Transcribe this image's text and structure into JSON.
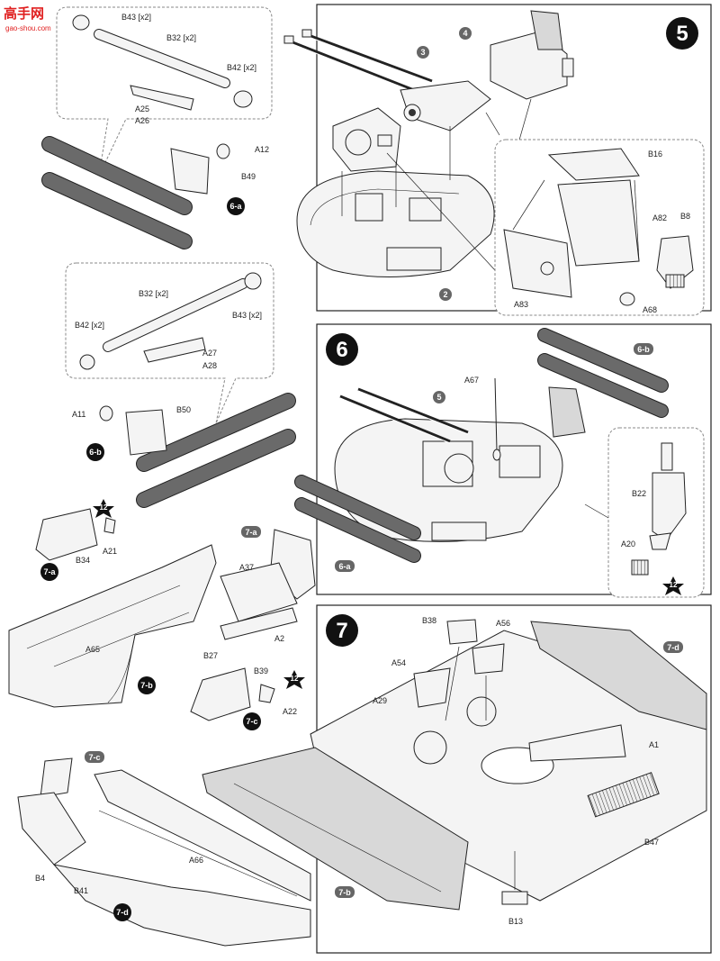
{
  "watermark": {
    "chars": "高手网",
    "url": "gao-shou.com"
  },
  "steps": [
    {
      "id": "step-5",
      "num": "5"
    },
    {
      "id": "step-6",
      "num": "6"
    },
    {
      "id": "step-7",
      "num": "7"
    }
  ],
  "sub_markers": {
    "m2": "2",
    "m3": "3",
    "m4": "4",
    "m5": "5",
    "m6a_1": "6-a",
    "m6a_2": "6-a",
    "m6b_1": "6-b",
    "m6b_2": "6-b",
    "m7a_1": "7-a",
    "m7a_2": "7-a",
    "m7b_1": "7-b",
    "m7b_2": "7-b",
    "m7c_1": "7-c",
    "m7c_2": "7-c",
    "m7d_1": "7-d",
    "m7d_2": "7-d"
  },
  "stars": {
    "s1": "12",
    "s2": "12",
    "s3": "12"
  },
  "part_labels": {
    "B43_a": "B43 [x2]",
    "B32_a": "B32 [x2]",
    "B42_a": "B42 [x2]",
    "A25": "A25",
    "A26": "A26",
    "A12": "A12",
    "B49": "B49",
    "B32_b": "B32 [x2]",
    "B43_b": "B43 [x2]",
    "B42_b": "B42 [x2]",
    "A27": "A27",
    "A28": "A28",
    "A11": "A11",
    "B50": "B50",
    "B34": "B34",
    "A21": "A21",
    "A37": "A37",
    "A2": "A2",
    "A65": "A65",
    "B27": "B27",
    "B39": "B39",
    "A22": "A22",
    "B4": "B4",
    "B41": "B41",
    "A66": "A66",
    "B16": "B16",
    "B8": "B8",
    "A82": "A82",
    "A83": "A83",
    "A68": "A68",
    "A67": "A67",
    "B22": "B22",
    "A20": "A20",
    "B38": "B38",
    "A56": "A56",
    "A54": "A54",
    "A29": "A29",
    "A1": "A1",
    "B47": "B47",
    "B13": "B13"
  }
}
